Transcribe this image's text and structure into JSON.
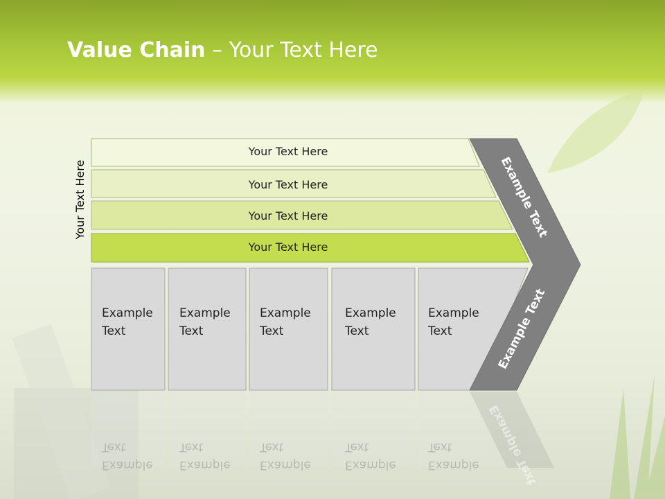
{
  "slide": {
    "title_bold": "Value Chain",
    "title_rest": " – Your Text Here",
    "vertical_label": "Your Text Here",
    "bars": [
      "Your Text Here",
      "Your Text Here",
      "Your Text Here",
      "Your Text Here"
    ],
    "columns": [
      {
        "line1": "Example",
        "line2": "Text"
      },
      {
        "line1": "Example",
        "line2": "Text"
      },
      {
        "line1": "Example",
        "line2": "Text"
      },
      {
        "line1": "Example",
        "line2": "Text"
      },
      {
        "line1": "Example",
        "line2": "Text"
      }
    ],
    "chevron_top_label": "Example Text",
    "chevron_bottom_label": "Example Text"
  },
  "colors": {
    "header_green": "#a7c83a",
    "bar_light": "#f2f7dc",
    "bar_mid": "#e6efbd",
    "bar_strong": "#d8e98e",
    "bar_lime": "#c2dc48",
    "column_gray": "#d9d9d9",
    "chevron_gray": "#7f7f7f"
  }
}
